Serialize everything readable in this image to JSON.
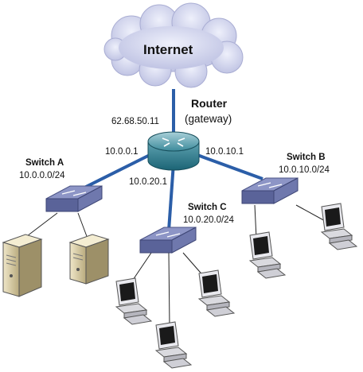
{
  "internet": {
    "label": "Internet"
  },
  "router": {
    "title": "Router",
    "subtitle": "(gateway)",
    "wan_ip": "62.68.50.11",
    "ip_a": "10.0.0.1",
    "ip_b": "10.0.10.1",
    "ip_c": "10.0.20.1"
  },
  "switch_a": {
    "name": "Switch A",
    "subnet": "10.0.0.0/24"
  },
  "switch_b": {
    "name": "Switch B",
    "subnet": "10.0.10.0/24"
  },
  "switch_c": {
    "name": "Switch C",
    "subnet": "10.0.20.0/24"
  },
  "colors": {
    "uplink": "#2b5ea8",
    "cable": "#222222",
    "switch_top": "#8d95c6",
    "switch_front": "#5a6399",
    "router_body": "#1f6f80",
    "cloud": "#c9cde8"
  },
  "icons": {
    "cloud": "cloud-icon",
    "router": "router-icon",
    "switch": "switch-icon",
    "server": "server-icon",
    "workstation": "workstation-icon"
  }
}
